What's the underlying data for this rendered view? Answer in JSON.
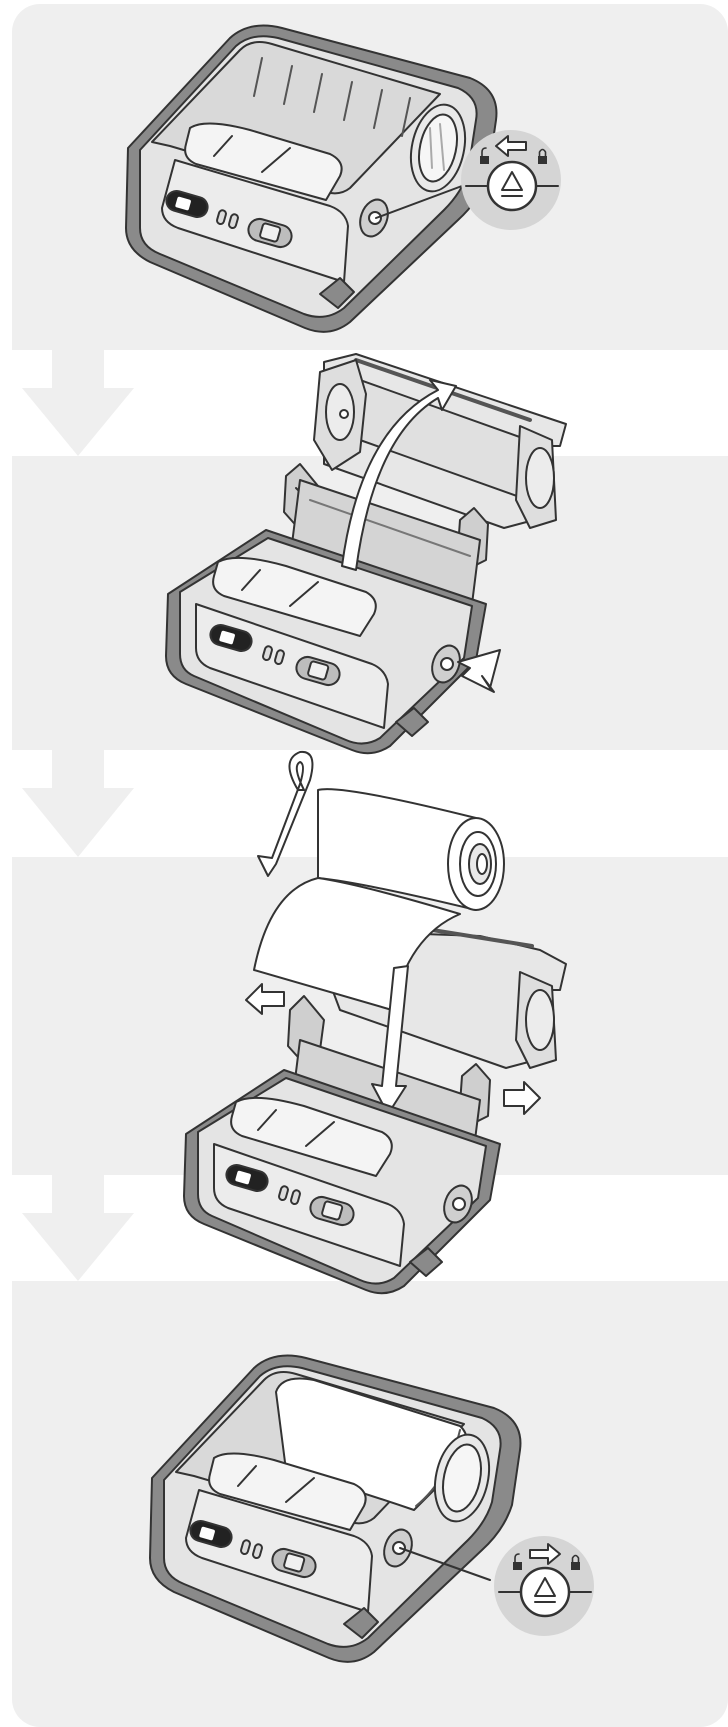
{
  "steps": [
    {
      "panel": "open-lever-step"
    },
    {
      "panel": "open-cover-step"
    },
    {
      "panel": "insert-paper-step"
    },
    {
      "panel": "close-cover-step"
    }
  ],
  "icons": [
    "unlock-icon",
    "lock-icon",
    "eject-icon",
    "power-button-icon",
    "feed-button-icon"
  ],
  "colors": {
    "panel_bg": "#efefef",
    "arrow_fill": "#efefef",
    "outline": "#333333",
    "body_fill": "#e4e4e4",
    "bumper_fill": "#8a8a8a",
    "paper": "#ffffff"
  }
}
